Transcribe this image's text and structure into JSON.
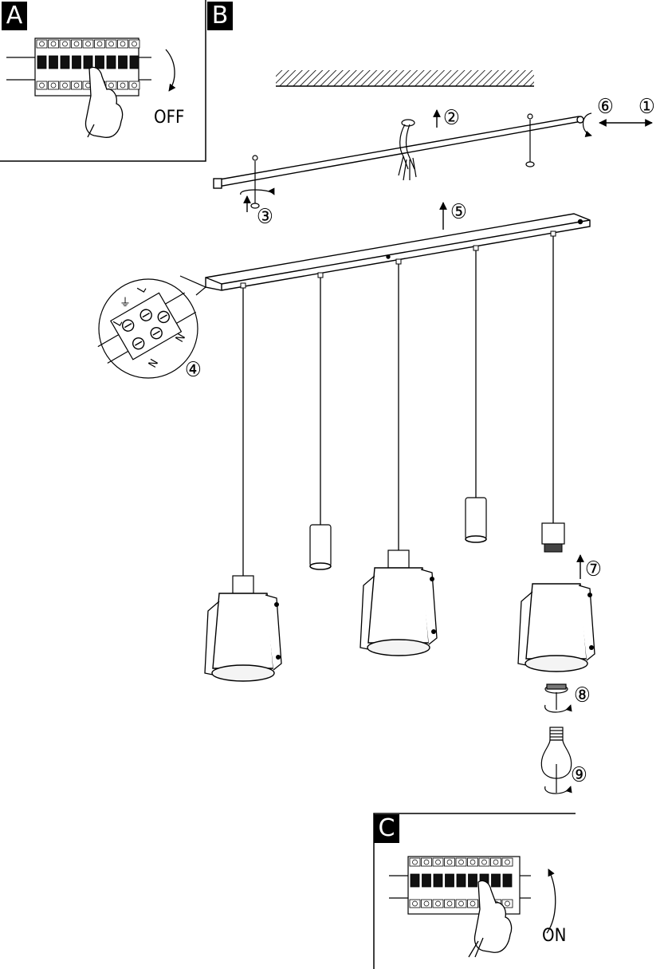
{
  "panels": {
    "a": "A",
    "b": "B",
    "c": "C"
  },
  "switch_states": {
    "off": "OFF",
    "on": "ON"
  },
  "steps": [
    "①",
    "②",
    "③",
    "④",
    "⑤",
    "⑥",
    "⑦",
    "⑧",
    "⑨"
  ],
  "terminal_marks": {
    "earth": "⏚",
    "live": "L",
    "neutral": "N"
  },
  "colors": {
    "ink": "#000000",
    "paper": "#ffffff",
    "shade_inner": "#f4f4f4"
  }
}
